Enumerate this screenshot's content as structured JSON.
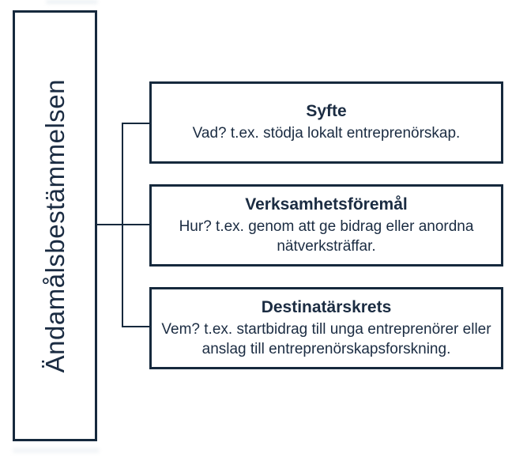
{
  "diagram": {
    "root": {
      "label": "Ändamålsbestämmelsen"
    },
    "branches": [
      {
        "title": "Syfte",
        "body": "Vad? t.ex. stödja lokalt entreprenörskap."
      },
      {
        "title": "Verksamhetsföremål",
        "body": "Hur? t.ex. genom att ge bidrag eller anordna nätverksträffar."
      },
      {
        "title": "Destinatärskrets",
        "body": "Vem? t.ex. startbidrag till unga entreprenörer eller anslag till entreprenörskapsforskning."
      }
    ],
    "colors": {
      "line": "#16293d",
      "text": "#1b2c42",
      "background": "#ffffff"
    }
  }
}
